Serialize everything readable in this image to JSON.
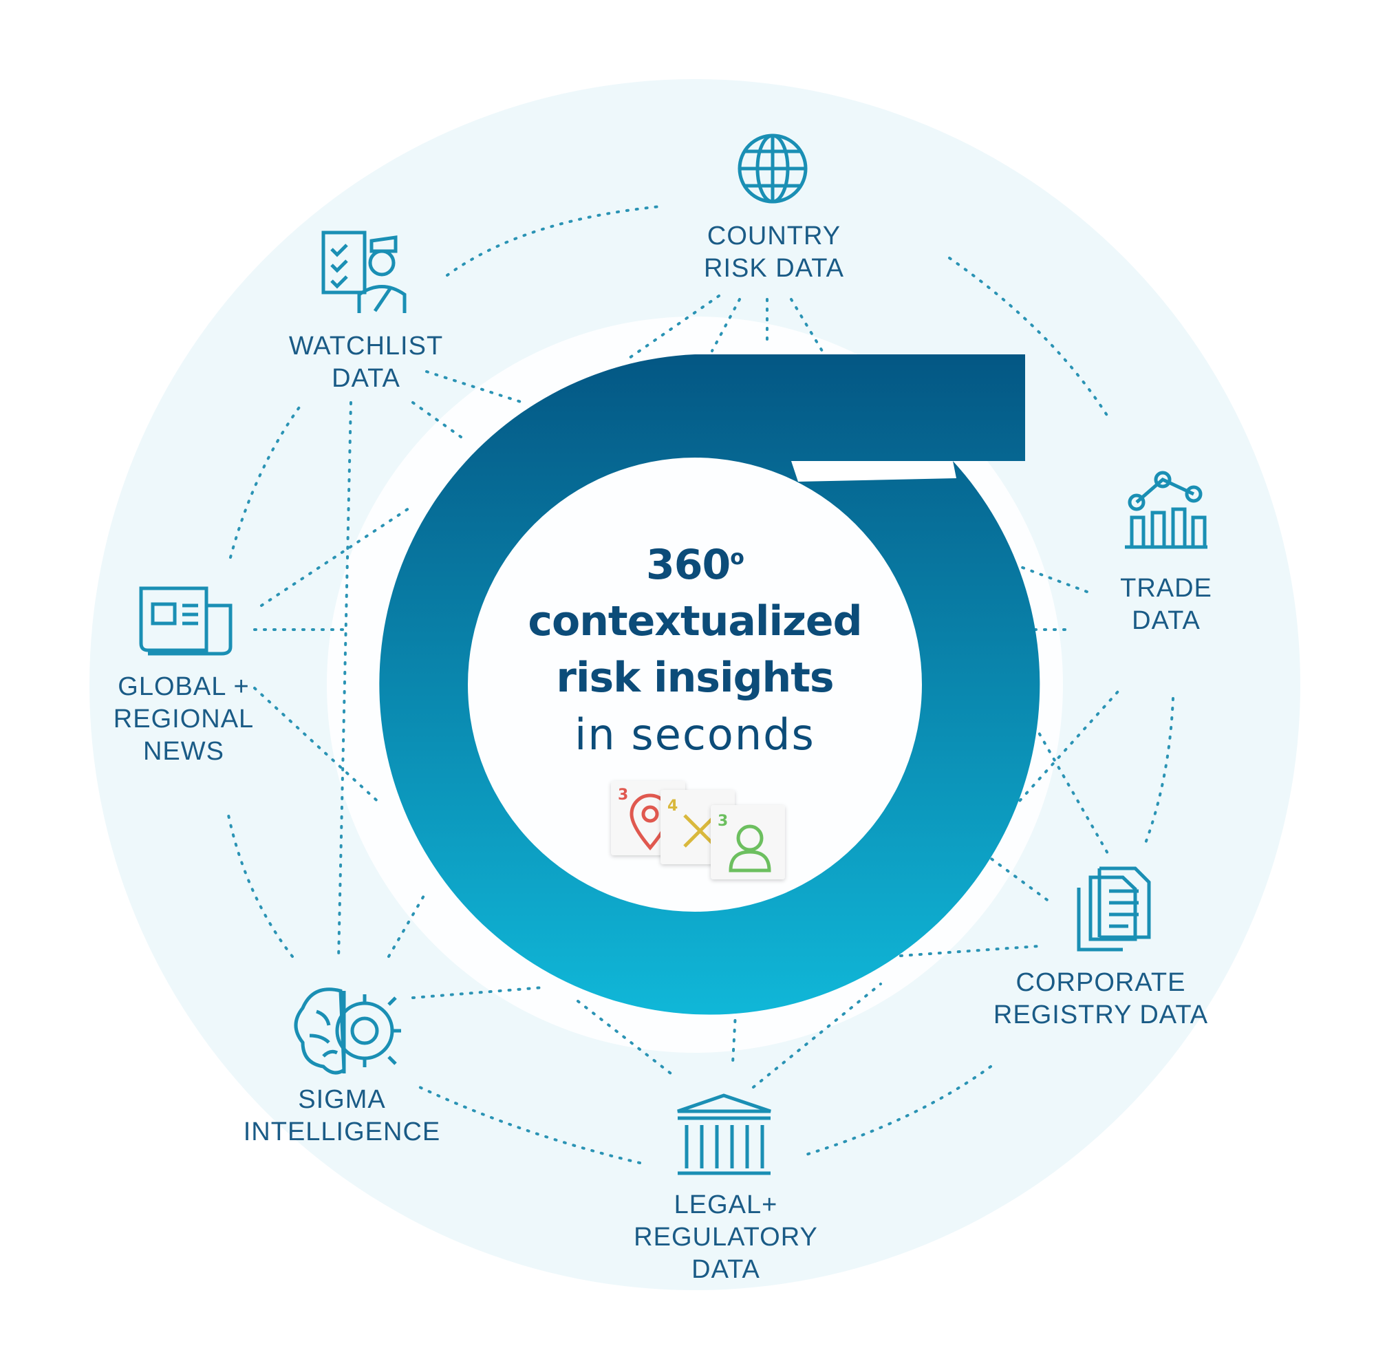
{
  "headline": {
    "line1": "360",
    "degree": "o",
    "line2": "contextualized",
    "line3": "risk insights",
    "line4": "in seconds"
  },
  "badges": [
    {
      "count": "3",
      "icon": "map-pin-icon",
      "color": "#e0584f"
    },
    {
      "count": "4",
      "icon": "x-icon",
      "color": "#d9b83c"
    },
    {
      "count": "3",
      "icon": "person-icon",
      "color": "#6cbf5f"
    }
  ],
  "sources": [
    {
      "id": "country",
      "icon": "globe-icon",
      "lines": [
        "COUNTRY",
        "RISK DATA"
      ]
    },
    {
      "id": "trade",
      "icon": "bar-chart-icon",
      "lines": [
        "TRADE",
        "DATA"
      ]
    },
    {
      "id": "corporate",
      "icon": "documents-icon",
      "lines": [
        "CORPORATE",
        "REGISTRY DATA"
      ]
    },
    {
      "id": "legal",
      "icon": "courthouse-icon",
      "lines": [
        "LEGAL+",
        "REGULATORY",
        "DATA"
      ]
    },
    {
      "id": "sigma",
      "icon": "brain-gear-icon",
      "lines": [
        "SIGMA",
        "INTELLIGENCE"
      ]
    },
    {
      "id": "news",
      "icon": "newspaper-icon",
      "lines": [
        "GLOBAL +",
        "REGIONAL",
        "NEWS"
      ]
    },
    {
      "id": "watchlist",
      "icon": "checklist-officer-icon",
      "lines": [
        "WATCHLIST",
        "DATA"
      ]
    }
  ],
  "colors": {
    "background_circle": "#eef8fb",
    "ring_top": "#045784",
    "ring_bottom": "#10b7d8",
    "icon": "#1a8fb4",
    "text": "#1a5b86",
    "dots": "#2a93b4"
  }
}
